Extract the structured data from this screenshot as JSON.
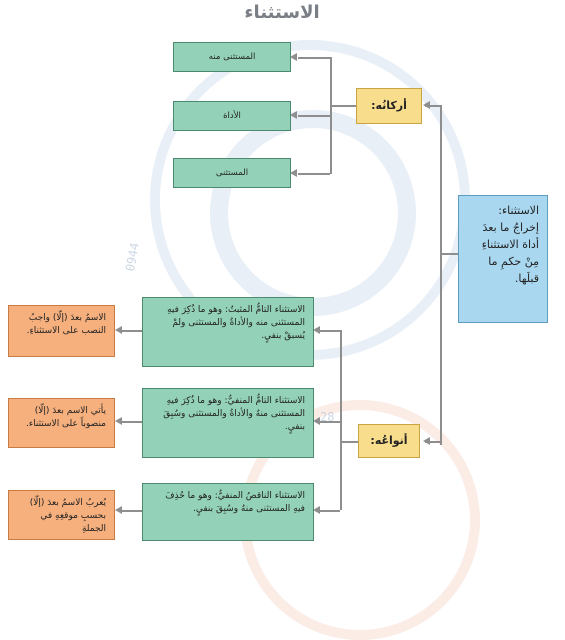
{
  "title": "الاستثناء",
  "definition": {
    "label": "الاستثناء:",
    "text": "إخراجُ ما بعدَ أداة الاستثناءِ مِنْ حكمِ ما قبلَها."
  },
  "pillars": {
    "label": "أركانُه:",
    "items": [
      "المستثنى منه",
      "الأداة",
      "المستثنى"
    ]
  },
  "types": {
    "label": "أنواعُه:",
    "items": [
      {
        "text": "الاستثناء التامُّ المثبتُ: وهو ما ذُكِرَ فيهِ المستثنى منه والأداةُ والمستثنى ولمْ يُسبقْ بنفيٍ.",
        "rule": "الاسمُ بعدَ (إلّا) واجبُ النصب على الاستثناءِ."
      },
      {
        "text": "الاستثناء التامُّ المنفيُّ: وهو ما ذُكِرَ فيهِ المستثنى منهُ والأداةُ والمستثنى وسُبِقَ بنفيٍ.",
        "rule": "يأتي الاسم بعدَ (إلّا) منصوباً على الاستثناء."
      },
      {
        "text": "الاستثناء الناقصُ المنفيُّ: وهو ما حُذِفَ فيهِ المستثنى منهُ وسُبِقَ بنفيٍ.",
        "rule": "يُعربُ الاسمُ بعدَ (إلّا) بحسبِ موقعِهِ في الجملةِ"
      }
    ]
  },
  "watermark": {
    "number": "0944",
    "code": "28"
  }
}
